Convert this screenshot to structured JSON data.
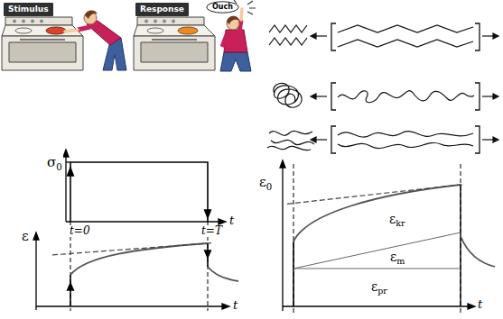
{
  "diagram": {
    "nodes": [
      {
        "text": [
          "Stimulus"
        ]
      },
      {
        "text": [
          "Response"
        ]
      },
      {
        "text": [
          "Ouch"
        ]
      }
    ],
    "labels": [
      "σ0",
      "t=0",
      "t=T",
      "t",
      "ε",
      "t",
      "ε0",
      "εkr",
      "εm",
      "εpr",
      "t"
    ]
  }
}
